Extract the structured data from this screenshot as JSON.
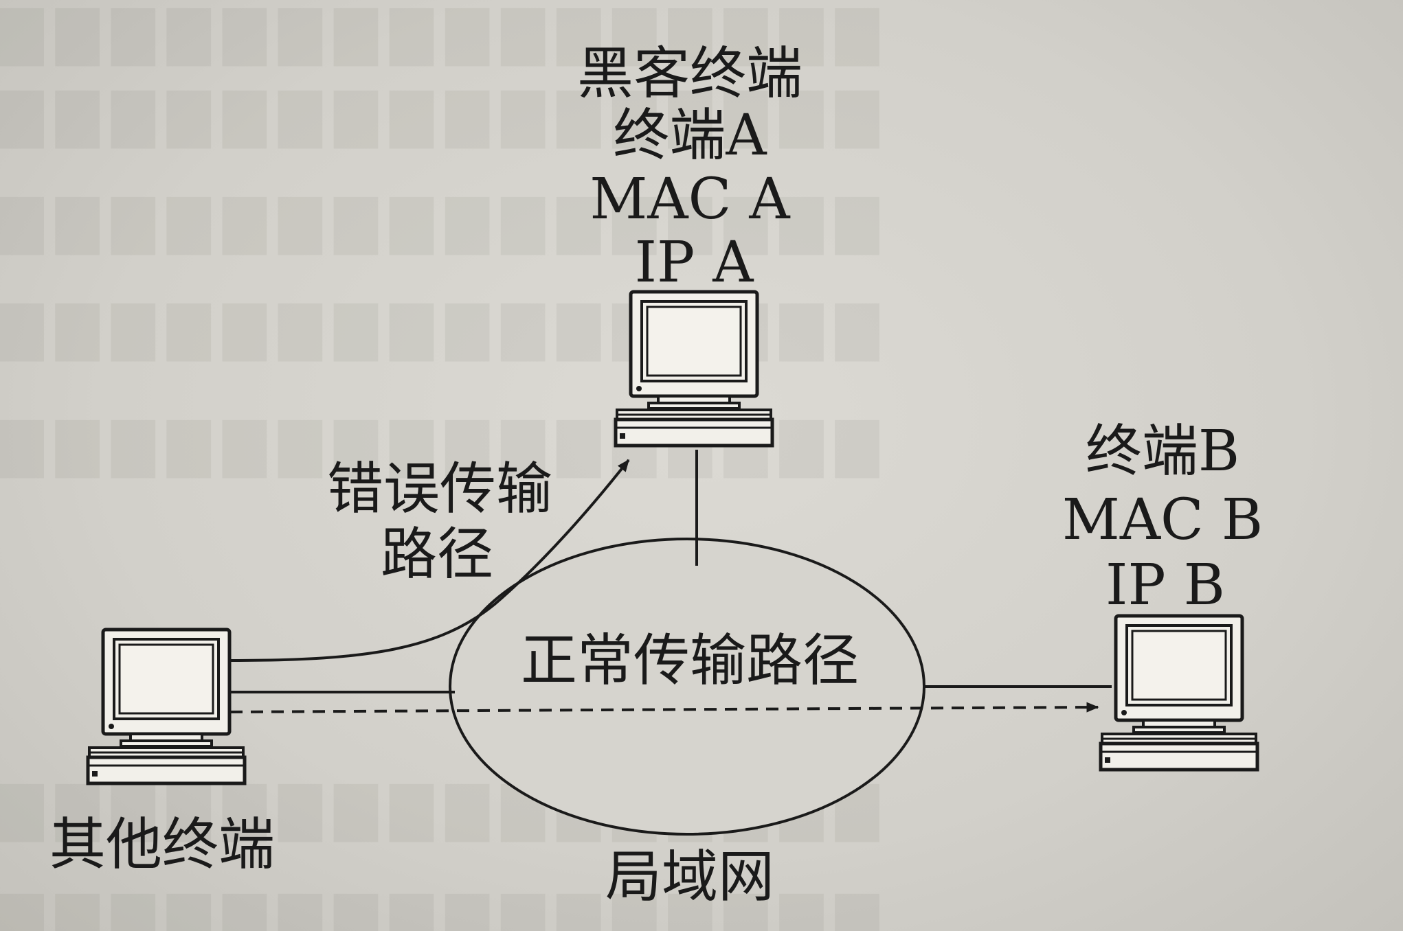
{
  "hacker": {
    "lines": [
      "黑客终端",
      "终端A",
      "MAC A",
      "IP A"
    ]
  },
  "terminal_b": {
    "lines": [
      "终端B",
      "MAC B",
      "IP B"
    ]
  },
  "other": {
    "label": "其他终端"
  },
  "wrong_path": {
    "lines": [
      "错误传输",
      "路径"
    ]
  },
  "normal_path": {
    "label": "正常传输路径"
  },
  "lan": {
    "label": "局域网"
  }
}
